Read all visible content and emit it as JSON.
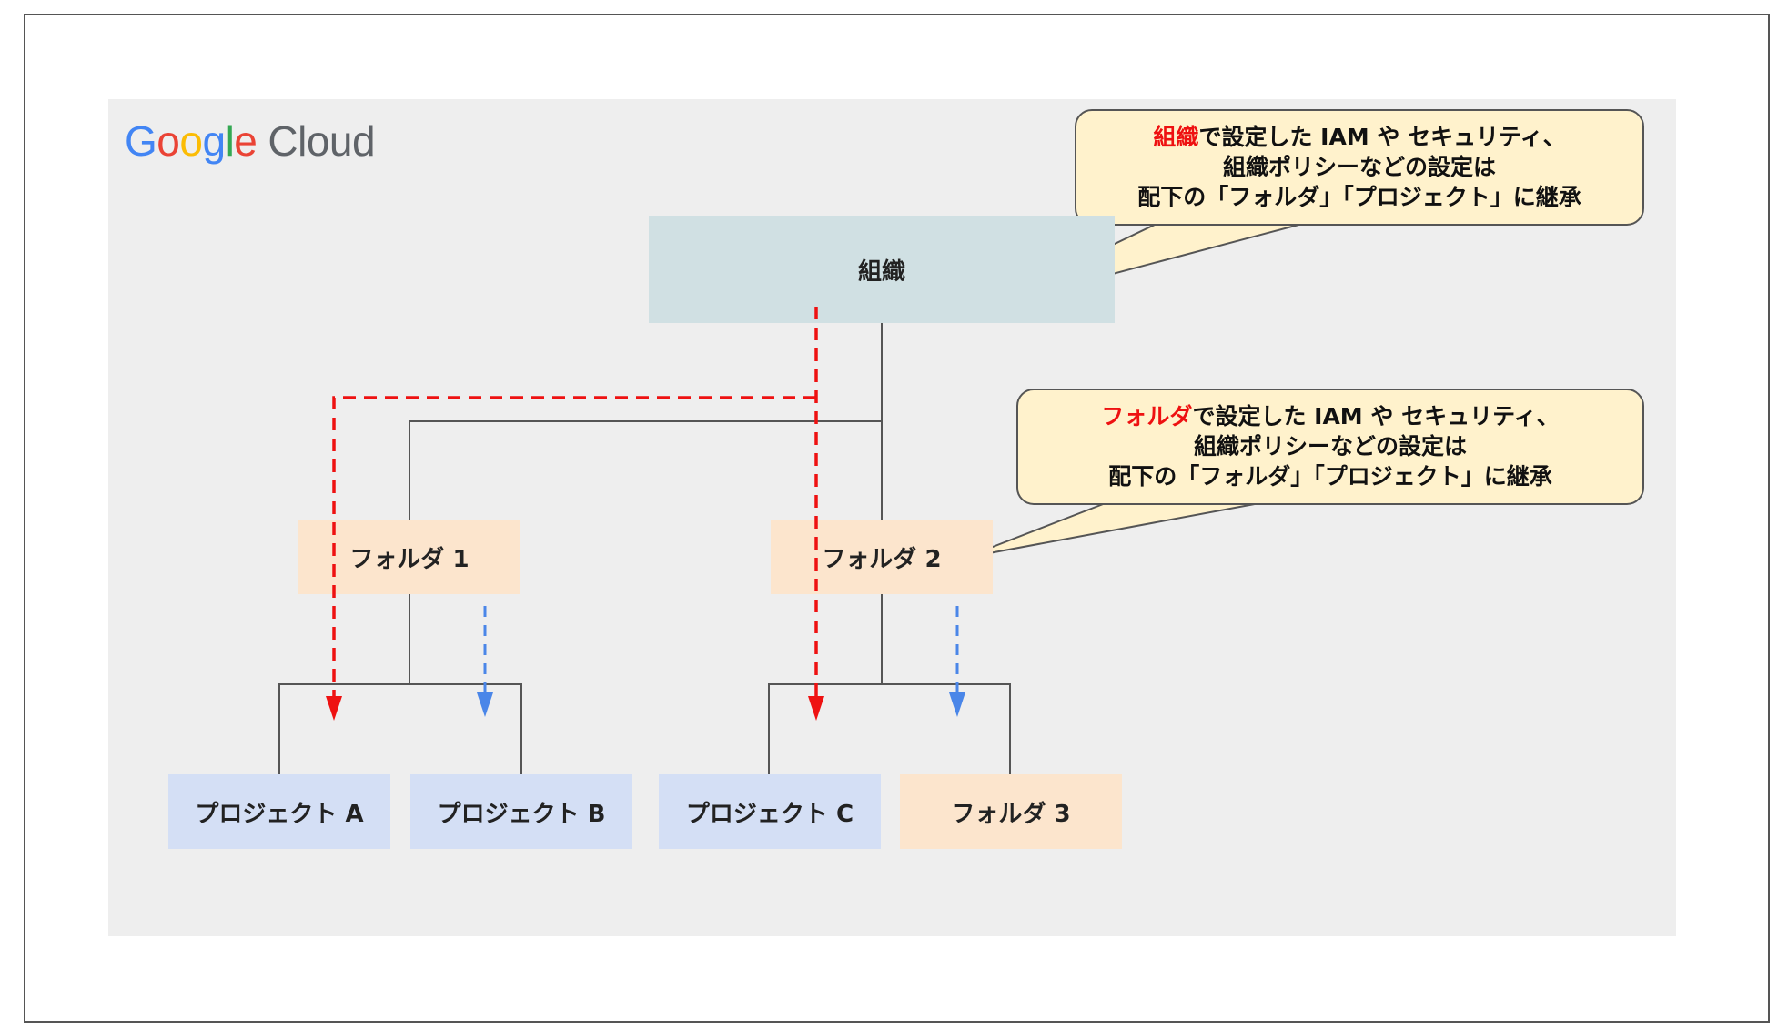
{
  "logo": {
    "letters": [
      "G",
      "o",
      "o",
      "g",
      "l",
      "e"
    ],
    "product": "Cloud"
  },
  "nodes": {
    "org": "組織",
    "folder1": "フォルダ 1",
    "folder2": "フォルダ 2",
    "folder3": "フォルダ 3",
    "projectA": "プロジェクト A",
    "projectB": "プロジェクト B",
    "projectC": "プロジェクト C"
  },
  "callouts": {
    "org": {
      "highlight": "組織",
      "line1_rest": "で設定した IAM や セキュリティ、",
      "line2": "組織ポリシーなどの設定は",
      "line3": "配下の「フォルダ」「プロジェクト」に継承"
    },
    "folder": {
      "highlight": "フォルダ",
      "line1_rest": "で設定した IAM や セキュリティ、",
      "line2": "組織ポリシーなどの設定は",
      "line3": "配下の「フォルダ」「プロジェクト」に継承"
    }
  },
  "colors": {
    "org_box": "#d0e0e3",
    "folder_box": "#fce5cd",
    "project_box": "#d4dff5",
    "callout_fill": "#fff2cc",
    "org_inherit_arrow": "#ee1111",
    "folder_inherit_arrow": "#4a86e8",
    "highlight_text": "#ee1111"
  }
}
